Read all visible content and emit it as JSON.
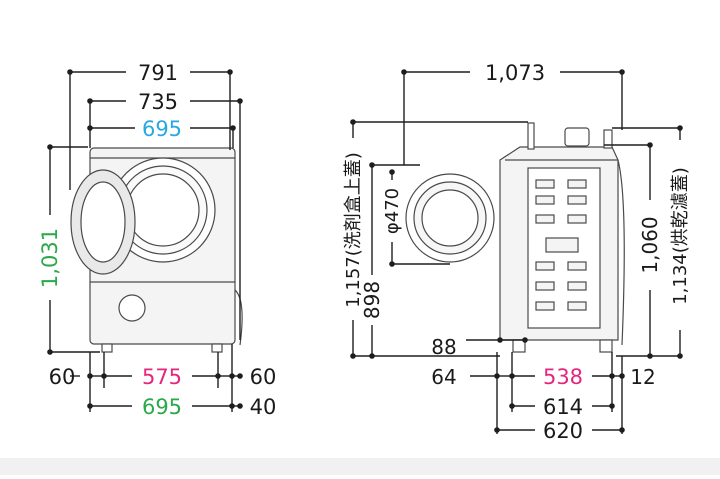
{
  "colors": {
    "line": "#1e1e1e",
    "machine": "#4a4a4a",
    "machine_fill": "#f4f4f4",
    "door_fill": "#e9e9e9",
    "blue": "#29a8e0",
    "green": "#2aa84a",
    "magenta": "#e4267f",
    "text": "#1a1a1a"
  },
  "front_view": {
    "overall_width": "791",
    "width_with_door": "735",
    "body_width": "695",
    "height": "1,031",
    "left_gap": "60",
    "foot_span": "575",
    "right_gap": "60",
    "base_width": "695",
    "base_right_gap": "40"
  },
  "side_view": {
    "overall_depth": "1,073",
    "height_to_detergent_lid": "1,157(洗剤盒上蓋)",
    "door_center_height": "898",
    "door_diameter": "φ470",
    "height_body": "1,060",
    "height_to_dryer_lid": "1,134(烘乾濾蓋)",
    "foot_offset": "88",
    "front_offset": "64",
    "foot_span": "538",
    "rear_gap": "12",
    "depth_feet": "614",
    "depth_total": "620"
  }
}
